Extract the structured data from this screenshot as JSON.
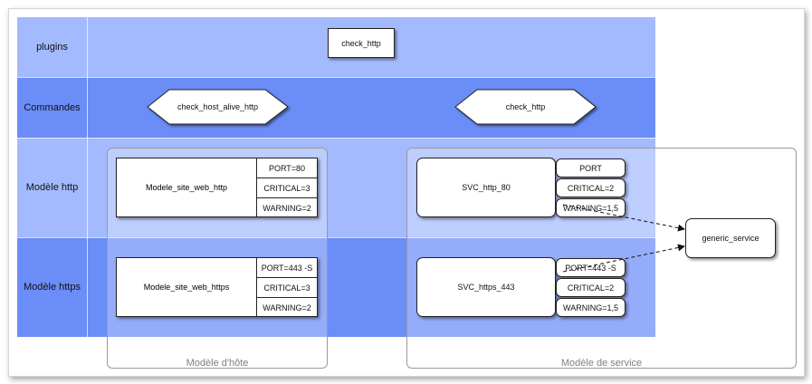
{
  "rows": {
    "plugins": "plugins",
    "commandes": "Commandes",
    "modele_http": "Modèle http",
    "modele_https": "Modèle https"
  },
  "plugins": {
    "check_http": "check_http"
  },
  "commands": {
    "host": "check_host_alive_http",
    "service": "check_http"
  },
  "host_model": {
    "group_label": "Modèle d'hôte",
    "http": {
      "name": "Modele_site_web_http",
      "attrs": [
        "PORT=80",
        "CRITICAL=3",
        "WARNING=2"
      ]
    },
    "https": {
      "name": "Modele_site_web_https",
      "attrs": [
        "PORT=443 -S",
        "CRITICAL=3",
        "WARNING=2"
      ]
    }
  },
  "service_model": {
    "group_label": "Modèle de service",
    "http": {
      "name": "SVC_http_80",
      "attrs": [
        "PORT",
        "CRITICAL=2",
        "WARNING=1,5"
      ]
    },
    "https": {
      "name": "SVC_https_443",
      "attrs": [
        "PORT=443 -S",
        "CRITICAL=2",
        "WARNING=1,5"
      ]
    },
    "generic": "generic_service"
  },
  "colors": {
    "band_plugins": "#a4bafe",
    "band_commandes": "#6b8df7",
    "band_http": "#a4bafe",
    "band_https": "#6b8df7"
  }
}
